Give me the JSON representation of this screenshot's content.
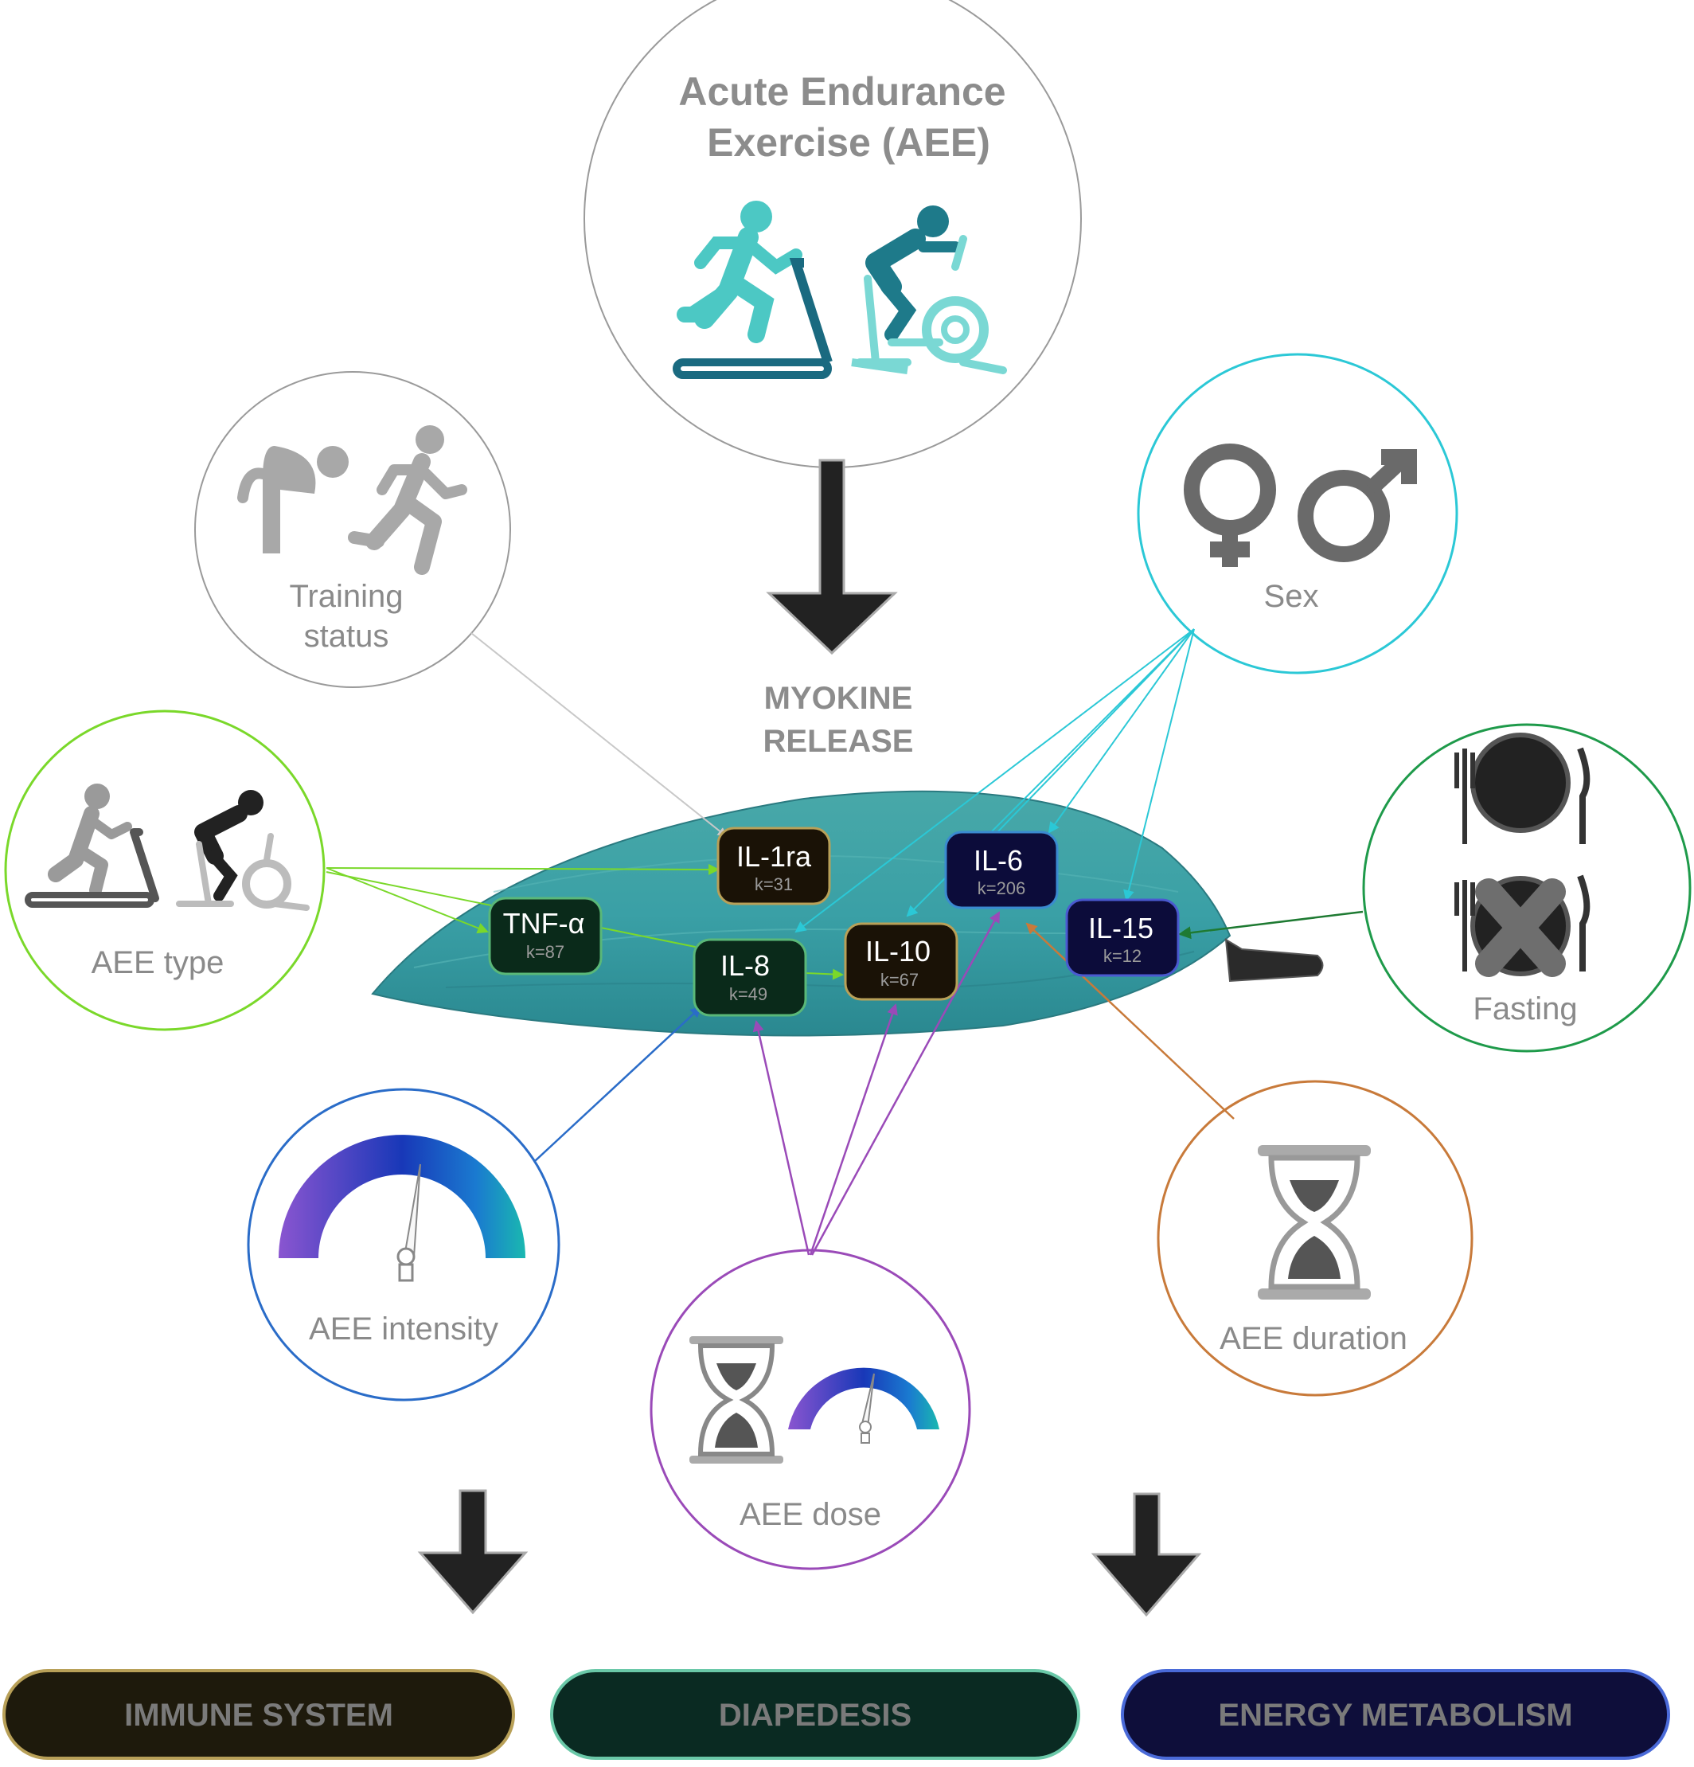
{
  "title": {
    "line1": "Acute Endurance",
    "line2": "Exercise (AEE)"
  },
  "center_label": {
    "line1": "MYOKINE",
    "line2": "RELEASE"
  },
  "factors": {
    "training_status": {
      "line1": "Training",
      "line2": "status",
      "color": "#b0b0b0"
    },
    "sex": {
      "label": "Sex",
      "color": "#2bc8d6"
    },
    "aee_type": {
      "label": "AEE type",
      "color": "#7ad82a"
    },
    "fasting": {
      "label": "Fasting",
      "color": "#1e9a4a"
    },
    "aee_intensity": {
      "label": "AEE intensity",
      "color": "#2a6cc8"
    },
    "aee_dose": {
      "label": "AEE dose",
      "color": "#9a4ab8"
    },
    "aee_duration": {
      "label": "AEE duration",
      "color": "#c87a3a"
    }
  },
  "myokines": {
    "il1ra": {
      "name": "IL-1ra",
      "k": "k=31"
    },
    "il6": {
      "name": "IL-6",
      "k": "k=206"
    },
    "tnfa": {
      "name": "TNF-α",
      "k": "k=87"
    },
    "il15": {
      "name": "IL-15",
      "k": "k=12"
    },
    "il8": {
      "name": "IL-8",
      "k": "k=49"
    },
    "il10": {
      "name": "IL-10",
      "k": "k=67"
    }
  },
  "outcomes": {
    "immune": {
      "label": "IMMUNE SYSTEM",
      "color": "#1e1a0c"
    },
    "diapedesis": {
      "label": "DIAPEDESIS",
      "color": "#0a2a22"
    },
    "energy": {
      "label": "ENERGY METABOLISM",
      "color": "#0e0e3a"
    }
  },
  "icons": [
    "runner-treadmill-icon",
    "cyclist-bike-icon",
    "tired-person-icon",
    "runner-icon",
    "female-symbol-icon",
    "male-symbol-icon",
    "plate-cutlery-icon",
    "no-food-icon",
    "gauge-icon",
    "hourglass-icon",
    "down-arrow-icon"
  ]
}
